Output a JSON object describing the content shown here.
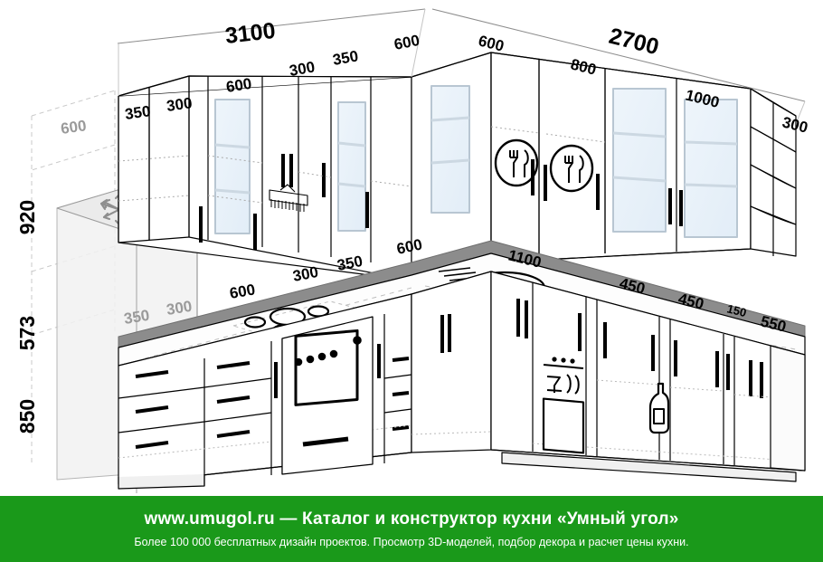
{
  "diagram": {
    "title": "Kitchen layout 3D projection",
    "colors": {
      "line": "#000000",
      "worktop_edge": "#8c8c8c",
      "glass": "#e8f1f9",
      "fridge_fill": "#efefef",
      "grey_dim": "#9a9a9a",
      "footer_green": "#1a991a"
    },
    "left_wall": {
      "total": "3100",
      "upper_segments": [
        "350",
        "300",
        "600",
        "300",
        "350",
        "600"
      ],
      "lower_segments": [
        "350",
        "300",
        "600",
        "300",
        "350",
        "600"
      ]
    },
    "right_wall": {
      "total": "2700",
      "upper_segments": [
        "600",
        "800",
        "1000",
        "300"
      ],
      "lower_segments": [
        "1100",
        "450",
        "450",
        "150",
        "550"
      ]
    },
    "heights": {
      "depth": "600",
      "upper": "920",
      "middle": "573",
      "lower": "850"
    },
    "icons": {
      "freezer": "snowflake-icon",
      "dishware_left": "fork-knife-icon",
      "dishware_right": "fork-knife-icon",
      "dishwasher": "dishwasher-icon",
      "bottle": "bottle-icon",
      "cooktop": "cooktop-icon",
      "oven": "oven-icon",
      "sink": "sink-icon",
      "drying_rack": "drying-rack-icon"
    }
  },
  "footer": {
    "line1": "www.umugol.ru — Каталог и конструктор кухни «Умный угол»",
    "line2": "Более 100 000 бесплатных дизайн проектов. Просмотр 3D-моделей, подбор декора и расчет цены кухни."
  }
}
